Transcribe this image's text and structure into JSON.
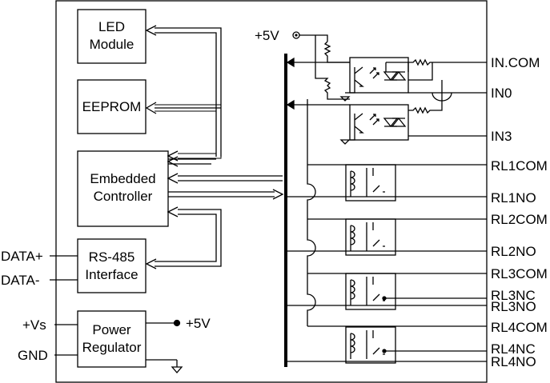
{
  "blocks": {
    "led": [
      "LED",
      "Module"
    ],
    "eeprom": "EEPROM",
    "controller": [
      "Embedded",
      "Controller"
    ],
    "rs485": [
      "RS-485",
      "Interface"
    ],
    "power": [
      "Power",
      "Regulator"
    ]
  },
  "left_pins": {
    "data_plus": "DATA+",
    "data_minus": "DATA-",
    "vs": "+Vs",
    "gnd": "GND"
  },
  "supply_labels": {
    "top": "+5V",
    "regulator_out": "+5V"
  },
  "right_pins": [
    "IN.COM",
    "IN0",
    "IN3",
    "RL1COM",
    "RL1NO",
    "RL2COM",
    "RL2NO",
    "RL3COM",
    "RL3NC",
    "RL3NO",
    "RL4COM",
    "RL4NC",
    "RL4NO"
  ]
}
